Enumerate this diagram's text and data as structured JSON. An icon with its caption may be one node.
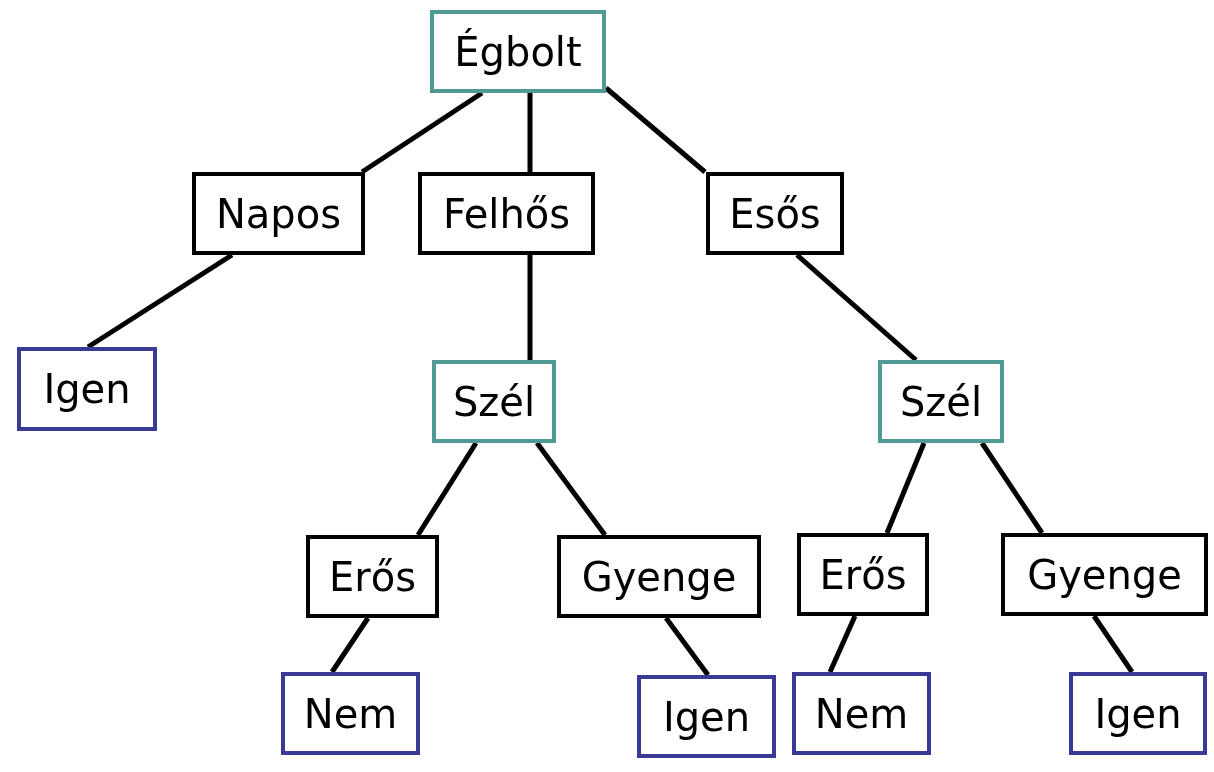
{
  "diagram": {
    "nodes": [
      {
        "text": [
          "Égbolt"
        ]
      },
      {
        "text": [
          "Napos"
        ]
      },
      {
        "text": [
          "Felhős"
        ]
      },
      {
        "text": [
          "Esős"
        ]
      },
      {
        "text": [
          "Igen"
        ]
      },
      {
        "text": [
          "Szél"
        ]
      },
      {
        "text": [
          "Szél"
        ]
      },
      {
        "text": [
          "Erős"
        ]
      },
      {
        "text": [
          "Gyenge"
        ]
      },
      {
        "text": [
          "Erős"
        ]
      },
      {
        "text": [
          "Gyenge"
        ]
      },
      {
        "text": [
          "Nem"
        ]
      },
      {
        "text": [
          "Igen"
        ]
      },
      {
        "text": [
          "Nem"
        ]
      },
      {
        "text": [
          "Igen"
        ]
      }
    ],
    "edges": [
      {
        "from": 0,
        "to": 1,
        "arrow": "none"
      },
      {
        "from": 0,
        "to": 2,
        "arrow": "none"
      },
      {
        "from": 0,
        "to": 3,
        "arrow": "none"
      },
      {
        "from": 1,
        "to": 4,
        "arrow": "none"
      },
      {
        "from": 2,
        "to": 5,
        "arrow": "none"
      },
      {
        "from": 3,
        "to": 6,
        "arrow": "none"
      },
      {
        "from": 5,
        "to": 7,
        "arrow": "none"
      },
      {
        "from": 5,
        "to": 8,
        "arrow": "none"
      },
      {
        "from": 6,
        "to": 9,
        "arrow": "none"
      },
      {
        "from": 6,
        "to": 10,
        "arrow": "none"
      },
      {
        "from": 7,
        "to": 11,
        "arrow": "none"
      },
      {
        "from": 8,
        "to": 12,
        "arrow": "none"
      },
      {
        "from": 9,
        "to": 13,
        "arrow": "none"
      },
      {
        "from": 10,
        "to": 14,
        "arrow": "none"
      }
    ]
  }
}
